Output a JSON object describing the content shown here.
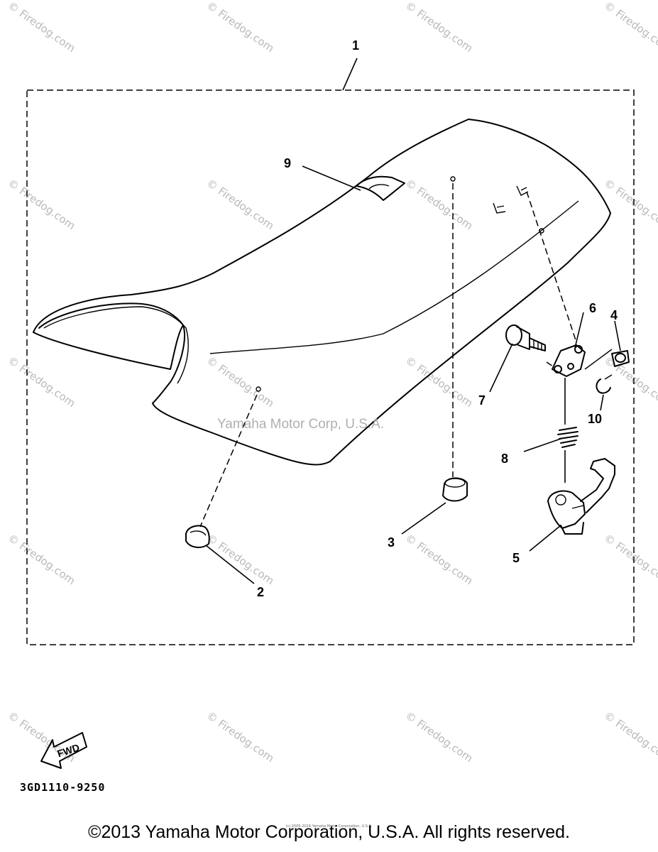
{
  "diagram": {
    "center_watermark": "Yamaha Motor Corp, U.S.A.",
    "repeating_watermark": "© Firedog.com",
    "part_callouts": [
      "1",
      "2",
      "3",
      "4",
      "5",
      "6",
      "7",
      "8",
      "9",
      "10"
    ],
    "fwd_label": "FWD",
    "part_code": "3GD1110-9250",
    "tiny_notice": "(c) 2005-2016 Yamaha Motor Corporation, U.S.A.",
    "copyright": "©2013 Yamaha Motor Corporation, U.S.A. All rights reserved."
  }
}
